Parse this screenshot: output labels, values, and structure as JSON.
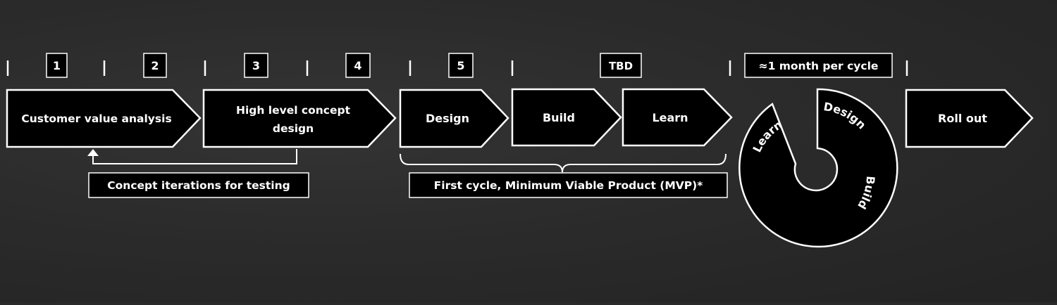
{
  "phases": [
    {
      "number": "1"
    },
    {
      "number": "2"
    },
    {
      "number": "3"
    },
    {
      "number": "4"
    },
    {
      "number": "5"
    },
    {
      "number": "TBD"
    }
  ],
  "cycle_duration": "≈1 month per cycle",
  "steps": {
    "customer_value_analysis": "Customer value analysis",
    "concept_design_line1": "High level concept",
    "concept_design_line2": "design",
    "design": "Design",
    "build": "Build",
    "learn": "Learn",
    "roll_out": "Roll out"
  },
  "annotations": {
    "concept_iterations": "Concept iterations for testing",
    "first_cycle": "First cycle, Minimum Viable Product (MVP)*"
  },
  "cycle": {
    "learn": "Learn",
    "design": "Design",
    "build": "Build"
  },
  "colors": {
    "background": "#2a2a2a",
    "shape_fill": "#000000",
    "stroke": "#ffffff",
    "text": "#ffffff"
  }
}
